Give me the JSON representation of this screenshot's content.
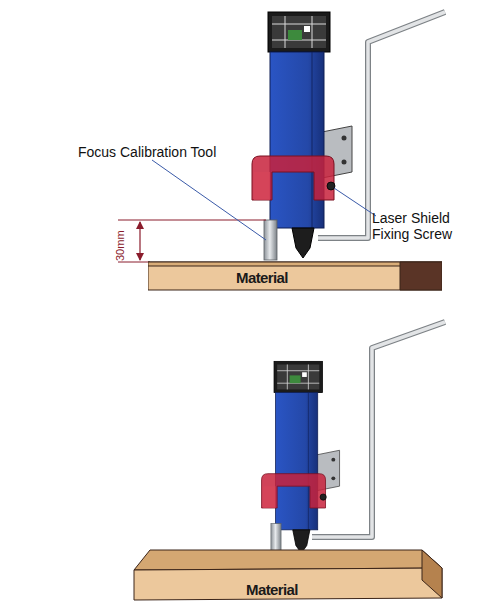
{
  "diagram": {
    "nodes": [
      {
        "text": [
          "Material"
        ]
      },
      {
        "text": [
          "Material"
        ]
      }
    ],
    "labels": [
      "Focus Calibration Tool",
      "Laser Shield Fixing Screw",
      "30mm"
    ]
  }
}
